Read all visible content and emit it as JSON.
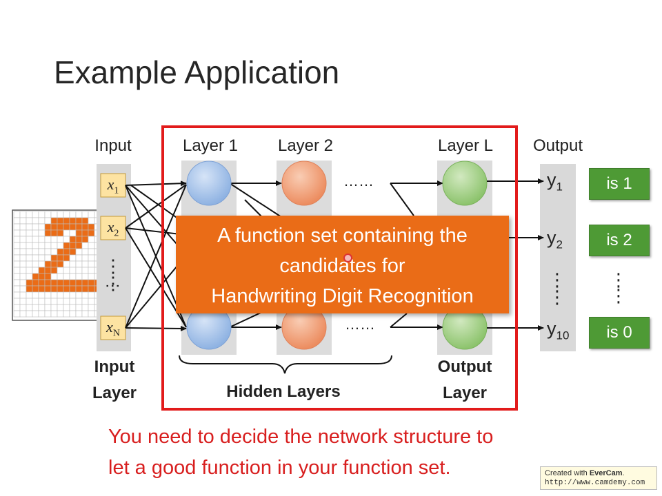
{
  "slide": {
    "title": "Example Application"
  },
  "network": {
    "column_headers": {
      "input": "Input",
      "layer1": "Layer 1",
      "layer2": "Layer 2",
      "layerL": "Layer L",
      "output": "Output"
    },
    "inputs": {
      "x1": {
        "main": "x",
        "sub": "1"
      },
      "x2": {
        "main": "x",
        "sub": "2"
      },
      "xN": {
        "main": "x",
        "sub": "N"
      }
    },
    "outputs": {
      "y1": {
        "main": "y",
        "sub": "1"
      },
      "y2": {
        "main": "y",
        "sub": "2"
      },
      "y10": {
        "main": "y",
        "sub": "10"
      }
    },
    "ellipsis_top": "……",
    "ellipsis_bottom": "……",
    "results": {
      "r1": "is 1",
      "r2": "is 2",
      "r0": "is 0"
    },
    "bottom_labels": {
      "input_line1": "Input",
      "input_line2": "Layer",
      "hidden": "Hidden Layers",
      "output_line1": "Output",
      "output_line2": "Layer"
    }
  },
  "overlay": {
    "line1": "A function set containing the",
    "line2": "candidates for",
    "line3": "Handwriting Digit Recognition"
  },
  "note": {
    "line1": "You need to decide the network structure to",
    "line2": "let a good function in your function set."
  },
  "watermark": {
    "created_with": "Created with",
    "brand": "EverCam",
    "url": "http://www.camdemy.com"
  },
  "colors": {
    "highlight_box": "#e21b1b",
    "overlay_bg": "#ea6c17",
    "layer1_node": "#a8c4ea",
    "layer2_node": "#f0a27a",
    "layerL_node": "#a8d18a",
    "digit_fill": "#ea6c17",
    "result_bg": "#4e9a35",
    "note_text": "#d81e1e"
  },
  "icons": {
    "digit_image": "handwritten-digit-2-grid"
  }
}
